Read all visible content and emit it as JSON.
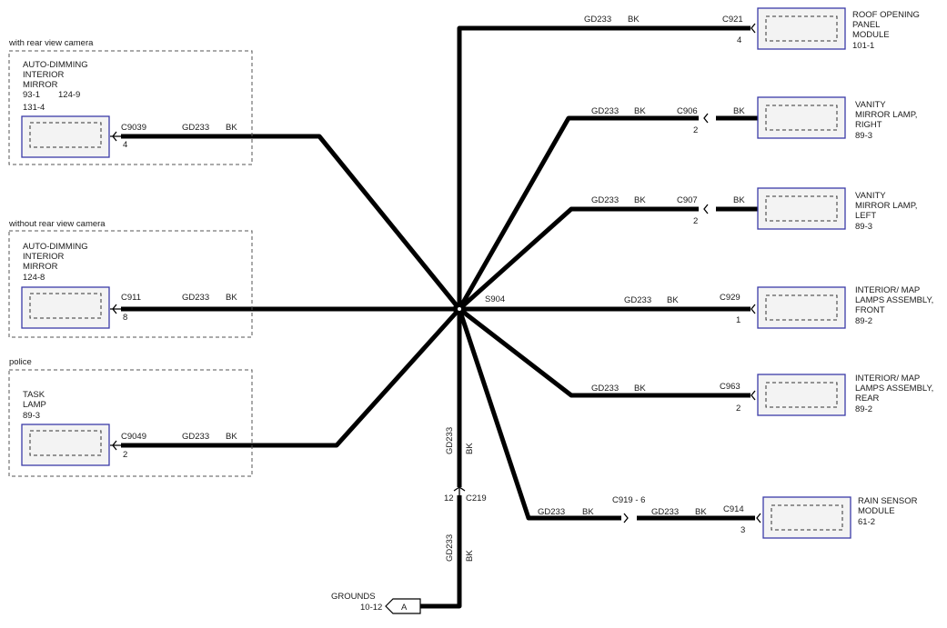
{
  "groups": {
    "rear_camera": "with rear view camera",
    "no_camera": "without rear view camera",
    "police": "police"
  },
  "left_components": {
    "mirror_cam": {
      "lines": [
        "AUTO-DIMMING",
        "INTERIOR",
        "MIRROR"
      ],
      "ref1": "93-1",
      "ref2": "124-9",
      "ref3": "131-4",
      "connector": "C9039",
      "pin": "4",
      "circuit": "GD233",
      "color": "BK"
    },
    "mirror_nocam": {
      "lines": [
        "AUTO-DIMMING",
        "INTERIOR",
        "MIRROR"
      ],
      "ref1": "124-8",
      "connector": "C911",
      "pin": "8",
      "circuit": "GD233",
      "color": "BK"
    },
    "task_lamp": {
      "lines": [
        "TASK",
        "LAMP"
      ],
      "ref1": "89-3",
      "connector": "C9049",
      "pin": "2",
      "circuit": "GD233",
      "color": "BK"
    }
  },
  "right_components": {
    "roof": {
      "lines": [
        "ROOF OPENING",
        "PANEL",
        "MODULE"
      ],
      "ref": "101-1",
      "connector": "C921",
      "pin": "4",
      "circuit": "GD233",
      "color": "BK"
    },
    "vanity_right": {
      "lines": [
        "VANITY",
        "MIRROR LAMP,",
        "RIGHT"
      ],
      "ref": "89-3",
      "connector": "C906",
      "pin": "2",
      "circuit": "GD233",
      "color": "BK",
      "color2": "BK"
    },
    "vanity_left": {
      "lines": [
        "VANITY",
        "MIRROR LAMP,",
        "LEFT"
      ],
      "ref": "89-3",
      "connector": "C907",
      "pin": "2",
      "circuit": "GD233",
      "color": "BK",
      "color2": "BK"
    },
    "map_front": {
      "lines": [
        "INTERIOR/ MAP",
        "LAMPS ASSEMBLY,",
        "FRONT"
      ],
      "ref": "89-2",
      "connector": "C929",
      "pin": "1",
      "circuit": "GD233",
      "color": "BK"
    },
    "map_rear": {
      "lines": [
        "INTERIOR/ MAP",
        "LAMPS ASSEMBLY,",
        "REAR"
      ],
      "ref": "89-2",
      "connector": "C963",
      "pin": "2",
      "circuit": "GD233",
      "color": "BK"
    },
    "rain": {
      "lines": [
        "RAIN SENSOR",
        "MODULE"
      ],
      "ref": "61-2",
      "connector": "C914",
      "pin": "3",
      "inline": "C919 - 6",
      "circuit": "GD233",
      "color": "BK"
    }
  },
  "splice": "S904",
  "vertical": {
    "circuit": "GD233",
    "color": "BK",
    "inline_connector": "C219",
    "inline_pin": "12"
  },
  "ground": {
    "label": "GROUNDS",
    "ref": "10-12",
    "letter": "A"
  }
}
